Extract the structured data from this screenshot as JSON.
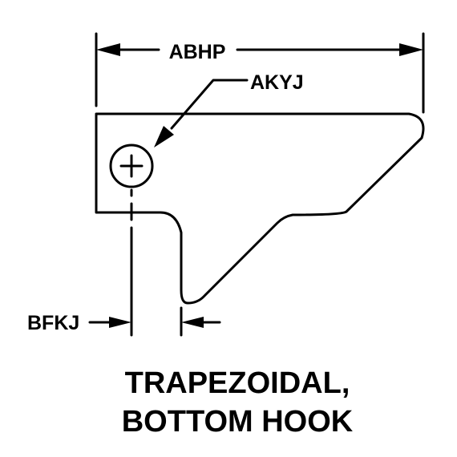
{
  "labels": {
    "width_dim": "ABHP",
    "hole_dim": "AKYJ",
    "offset_dim": "BFKJ"
  },
  "caption": {
    "line1": "TRAPEZOIDAL,",
    "line2": "BOTTOM HOOK"
  }
}
